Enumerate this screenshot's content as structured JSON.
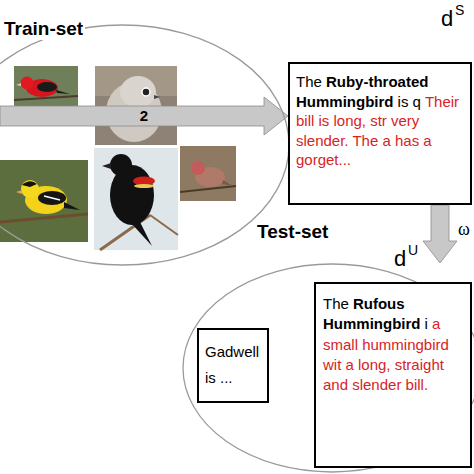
{
  "diagram": {
    "nodes": [
      {
        "text": [
          "Train-set"
        ]
      },
      {
        "text": [
          "The",
          "Ruby-throated Hummingbird",
          "is q",
          "Their bill is long, str very slender. The a has a gorget..."
        ]
      },
      {
        "text": [
          "Test-set"
        ]
      },
      {
        "text": [
          "Gadwell is ..."
        ],
        "in": 2
      },
      {
        "text": [
          "The",
          "Rufous Hummingbird",
          "i",
          "a small hummingbird wit a long, straight and slender bill."
        ],
        "in": 2
      }
    ],
    "edges": [
      {
        "from": 0,
        "to": 1,
        "arrow": "to",
        "label": "2"
      },
      {
        "from": 1,
        "to": 2,
        "arrow": "to",
        "label": "ω"
      }
    ],
    "labels": [
      "d",
      "S",
      "d",
      "U"
    ]
  }
}
